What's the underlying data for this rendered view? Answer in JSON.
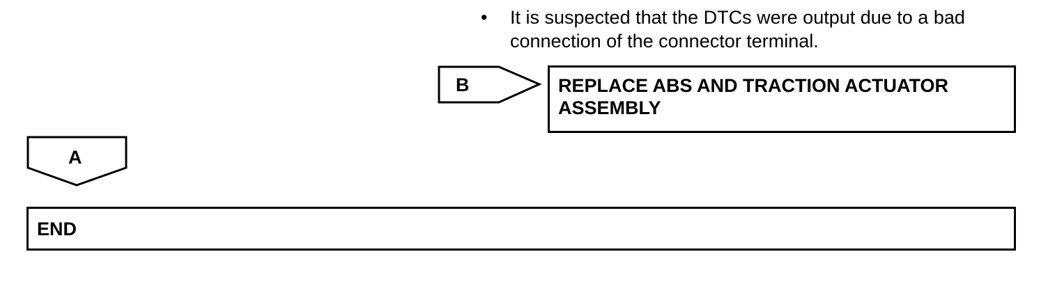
{
  "note": {
    "bullet": "•",
    "text": "It is suspected that the DTCs were output due to a bad connection of the connector terminal."
  },
  "branch_b": {
    "label": "B",
    "action": "REPLACE ABS AND TRACTION ACTUATOR ASSEMBLY"
  },
  "branch_a": {
    "label": "A"
  },
  "end_box": {
    "text": "END"
  }
}
